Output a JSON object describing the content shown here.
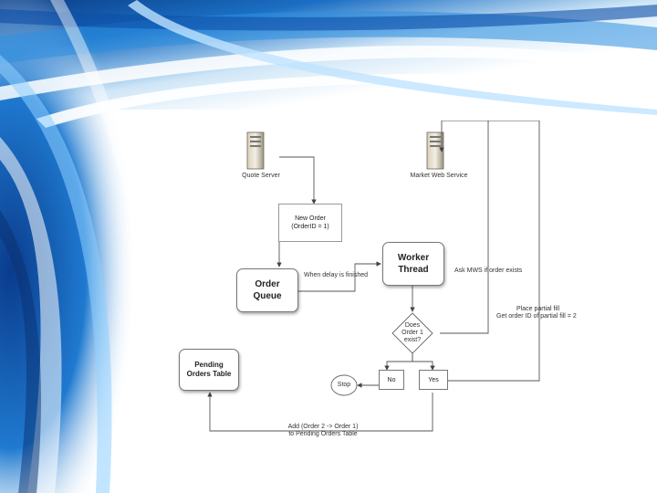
{
  "diagram": {
    "nodes": {
      "quote_server": "Quote Server",
      "market_web_service": "Market Web Service",
      "new_order": [
        "New Order",
        "(OrderID = 1)"
      ],
      "worker_thread": [
        "Worker",
        "Thread"
      ],
      "order_queue": [
        "Order",
        "Queue"
      ],
      "does_order_exist": [
        "Does",
        "Order 1",
        "exist?"
      ],
      "no": "No",
      "yes": "Yes",
      "stop": "Stop",
      "pending_orders_table": [
        "Pending",
        "Orders Table"
      ]
    },
    "edge_labels": {
      "when_delay_finished": "When delay is finished",
      "ask_mws": "Ask MWS if order exists",
      "place_partial_fill": "Place partial fill",
      "get_order_id": "Get order ID of partial fill = 2",
      "add_order": "Add (Order 2 -> Order 1)",
      "to_pending": "to Pending Orders Table"
    }
  }
}
